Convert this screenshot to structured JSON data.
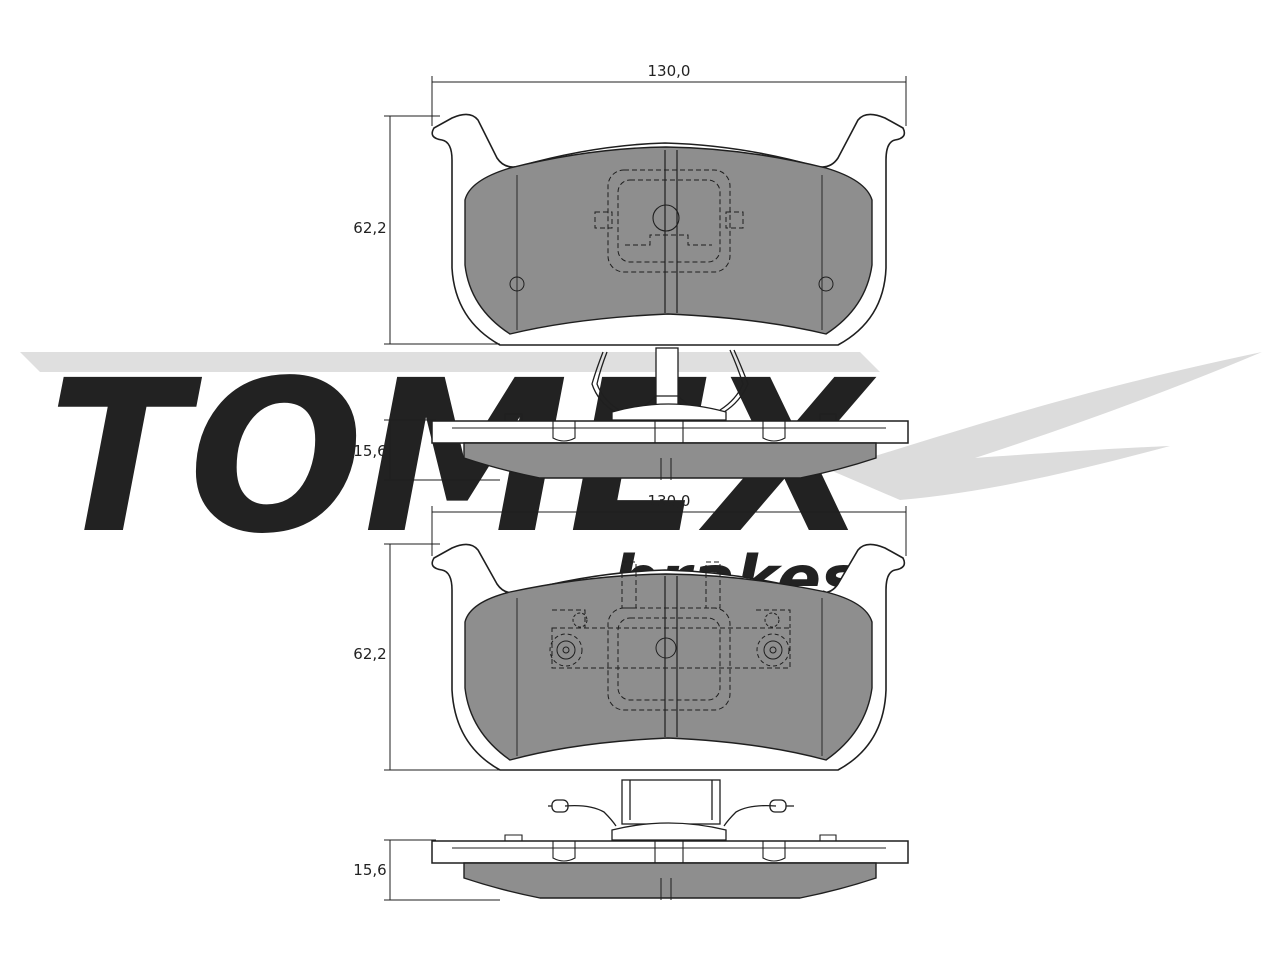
{
  "watermark": {
    "brand": "TOMEX",
    "sub": "brakes",
    "color": "#d7d7d7"
  },
  "colors": {
    "pad_fill": "#8e8e8e",
    "outline": "#1f1f1f",
    "background": "#ffffff"
  },
  "pads": [
    {
      "width_label": "130,0",
      "height_label": "62,2",
      "thickness_label": "15,6"
    },
    {
      "width_label": "130,0",
      "height_label": "62,2",
      "thickness_label": "15,6"
    }
  ]
}
